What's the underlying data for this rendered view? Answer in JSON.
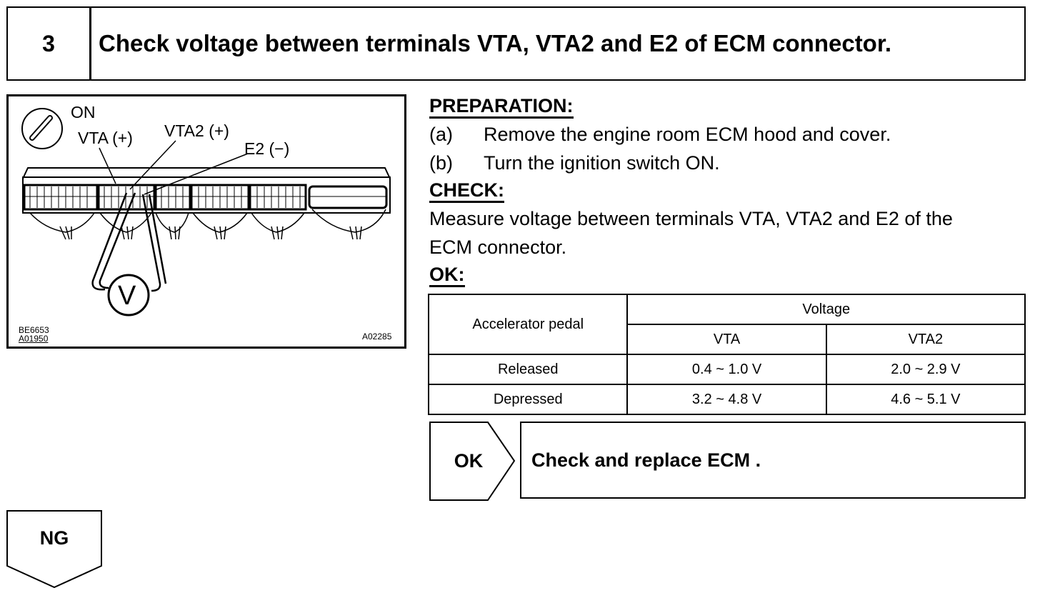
{
  "step": {
    "number": "3",
    "title": "Check voltage between terminals VTA, VTA2 and E2 of ECM connector."
  },
  "figure": {
    "switch_label": "ON",
    "vta_label": "VTA (+)",
    "vta2_label": "VTA2 (+)",
    "e2_label": "E2 (−)",
    "meter_symbol": "V",
    "code_left_1": "BE6653",
    "code_left_2": "A01950",
    "code_right": "A02285"
  },
  "preparation": {
    "heading": "PREPARATION:",
    "items": [
      {
        "marker": "(a)",
        "text": "Remove the engine room ECM hood and cover."
      },
      {
        "marker": "(b)",
        "text": "Turn the ignition switch ON."
      }
    ]
  },
  "check": {
    "heading": "CHECK:",
    "line1": "Measure voltage between terminals VTA, VTA2 and E2 of the",
    "line2": "ECM connector."
  },
  "ok_spec": {
    "heading": "OK:",
    "table": {
      "col_pedal": "Accelerator pedal",
      "col_voltage": "Voltage",
      "col_vta": "VTA",
      "col_vta2": "VTA2",
      "rows": [
        {
          "pedal": "Released",
          "vta": "0.4 ~ 1.0 V",
          "vta2": "2.0 ~ 2.9 V"
        },
        {
          "pedal": "Depressed",
          "vta": "3.2 ~ 4.8 V",
          "vta2": "4.6 ~ 5.1 V"
        }
      ]
    }
  },
  "ok_result": {
    "label": "OK",
    "action": "Check and replace ECM ."
  },
  "ng_result": {
    "label": "NG"
  }
}
